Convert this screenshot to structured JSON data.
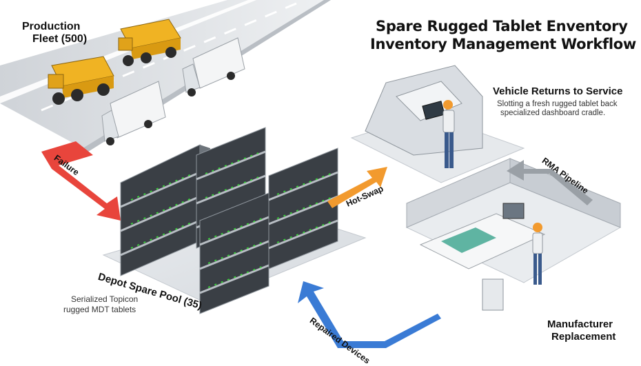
{
  "title": {
    "line1": "Spare Rugged Tablet Enventory",
    "line2": "Inventory Management Workflow"
  },
  "fleet": {
    "label_line1": "Production",
    "label_line2": "Fleet (500)"
  },
  "vehicle_return": {
    "heading": "Vehicle Returns to Service",
    "desc_line1": "Slotting a fresh rugged tablet back",
    "desc_line2": "specialized dashboard cradle."
  },
  "depot": {
    "heading": "Depot Spare Pool (35)",
    "desc_line1": "Serialized Topicon",
    "desc_line2": "rugged MDT tablets"
  },
  "manufacturer": {
    "label_line1": "Manufacturer",
    "label_line2": "Replacement"
  },
  "arrows": {
    "failure": "Failure",
    "hot_swap": "Hot-Swap",
    "rma": "RMA Pipeline",
    "repaired": "Repaired Devices"
  },
  "colors": {
    "failure": "#e8453c",
    "hot_swap": "#f29a2e",
    "rma": "#9aa0a6",
    "repaired": "#3a7bd5",
    "led": "#3ccf3c",
    "truck_yellow": "#f0b323"
  }
}
